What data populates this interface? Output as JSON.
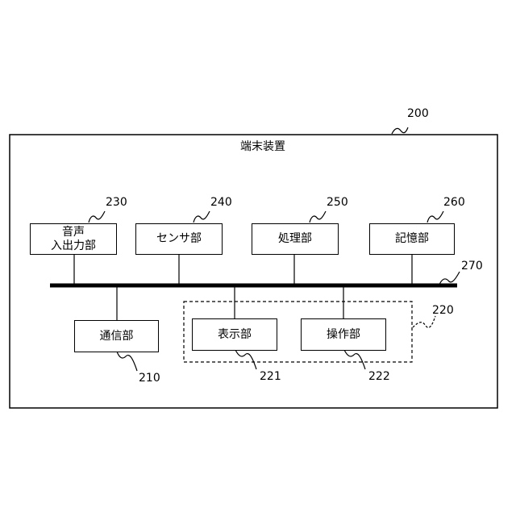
{
  "device": {
    "label": "端末装置",
    "ref": "200"
  },
  "bus": {
    "ref": "270"
  },
  "blocks": {
    "audio": {
      "line1": "音声",
      "line2": "入出力部",
      "ref": "230"
    },
    "sensor": {
      "label": "センサ部",
      "ref": "240"
    },
    "processing": {
      "label": "処理部",
      "ref": "250"
    },
    "storage": {
      "label": "記憶部",
      "ref": "260"
    },
    "communication": {
      "label": "通信部",
      "ref": "210"
    },
    "ui_group": {
      "ref": "220"
    },
    "display": {
      "label": "表示部",
      "ref": "221"
    },
    "operation": {
      "label": "操作部",
      "ref": "222"
    }
  }
}
